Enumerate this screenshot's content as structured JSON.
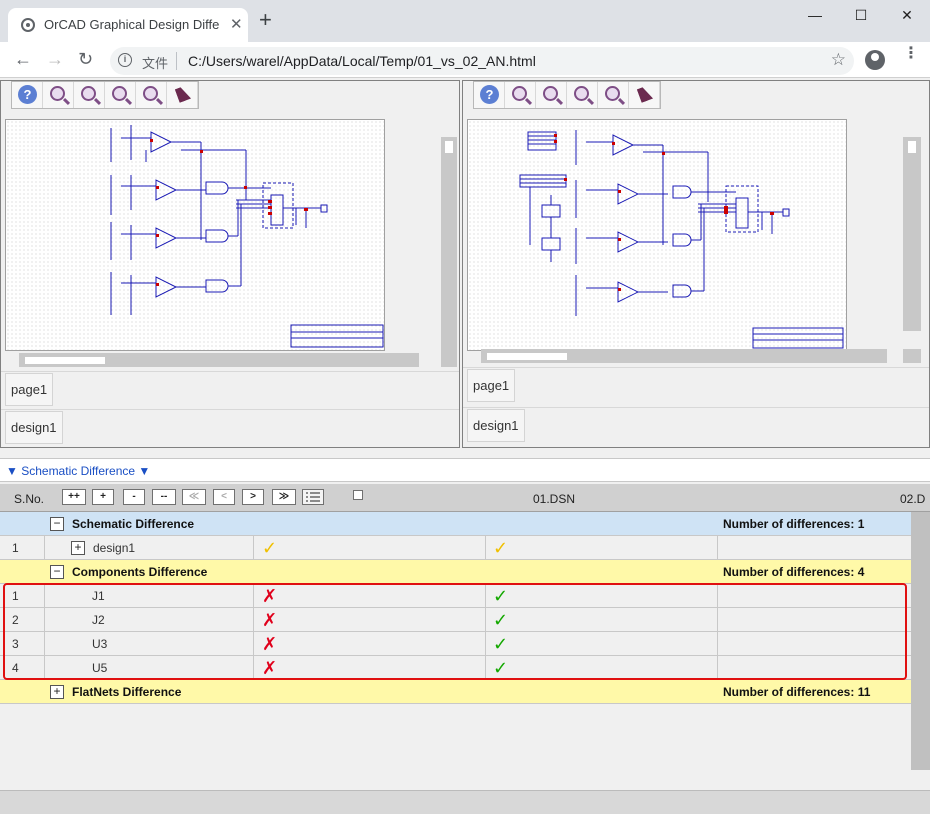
{
  "browser": {
    "tab_title": "OrCAD Graphical Design Differ",
    "close_glyph": "✕",
    "newtab_glyph": "+",
    "win_min": "—",
    "win_max": "☐",
    "win_close": "✕",
    "back_glyph": "←",
    "forward_glyph": "→",
    "reload_glyph": "↻",
    "info_glyph": "i",
    "address_label": "文件",
    "url": "C:/Users/warel/AppData/Local/Temp/01_vs_02_AN.html",
    "star_glyph": "☆",
    "menu_glyph": "⋮"
  },
  "left_pane": {
    "tabs": [
      "page1",
      "design1"
    ]
  },
  "right_pane": {
    "tabs": [
      "page1",
      "design1"
    ]
  },
  "toolbar_icons": [
    "help-icon",
    "zoom-in-icon",
    "zoom-out-icon",
    "zoom-fit-icon",
    "zoom-area-icon",
    "select-arrow-icon"
  ],
  "diff_panel": {
    "title": "▼ Schematic Difference ▼",
    "header": {
      "sno": "S.No.",
      "buttons": [
        "++",
        "+",
        "-",
        "--",
        "≪",
        "<",
        ">",
        "≫"
      ],
      "col1": "01.DSN",
      "col2": "02.D"
    },
    "rows": [
      {
        "kind": "group",
        "color": "#cfe3f5",
        "expander": "−",
        "label": "Schematic Difference",
        "count": "Number of differences: 1"
      },
      {
        "kind": "item",
        "sno": "1",
        "expander": "+",
        "label": "design1",
        "left": "✓",
        "right": "✓",
        "mark": "yellow"
      },
      {
        "kind": "group",
        "color": "#fff9a8",
        "expander": "−",
        "label": "Components Difference",
        "count": "Number of differences: 4"
      },
      {
        "kind": "item",
        "sno": "1",
        "label": "J1",
        "left": "✗",
        "right": "✓",
        "mark": "diff"
      },
      {
        "kind": "item",
        "sno": "2",
        "label": "J2",
        "left": "✗",
        "right": "✓",
        "mark": "diff"
      },
      {
        "kind": "item",
        "sno": "3",
        "label": "U3",
        "left": "✗",
        "right": "✓",
        "mark": "diff"
      },
      {
        "kind": "item",
        "sno": "4",
        "label": "U5",
        "left": "✗",
        "right": "✓",
        "mark": "diff"
      },
      {
        "kind": "group",
        "color": "#fff9a8",
        "expander": "+",
        "label": "FlatNets Difference",
        "count": "Number of differences: 11"
      }
    ]
  },
  "colors": {
    "schematic_wire": "#1a1ab4",
    "schematic_pin": "#cc0000",
    "highlight_box": "#e01010",
    "cross": "#e0001b",
    "check": "#14a800",
    "yellow_check": "#f0c000"
  }
}
